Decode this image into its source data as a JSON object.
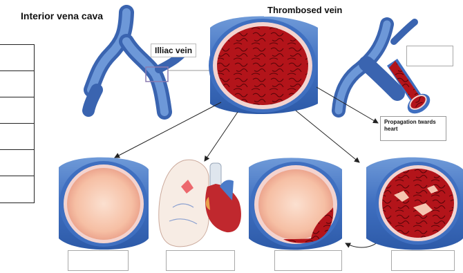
{
  "labels": {
    "interior_vena_cava": "Interior vena cava",
    "thrombosed_vein": "Thrombosed vein",
    "illiac_vein": "Illiac vein",
    "propagation": "Propagation twards heart"
  },
  "answer_table_rows": 6,
  "blank_answer_boxes": 5,
  "colors": {
    "vein_blue": "#4a7bc8",
    "vein_wall": "#f2c9c9",
    "clot_red": "#b3141a",
    "lumen_pink": "#f7c3a9"
  }
}
